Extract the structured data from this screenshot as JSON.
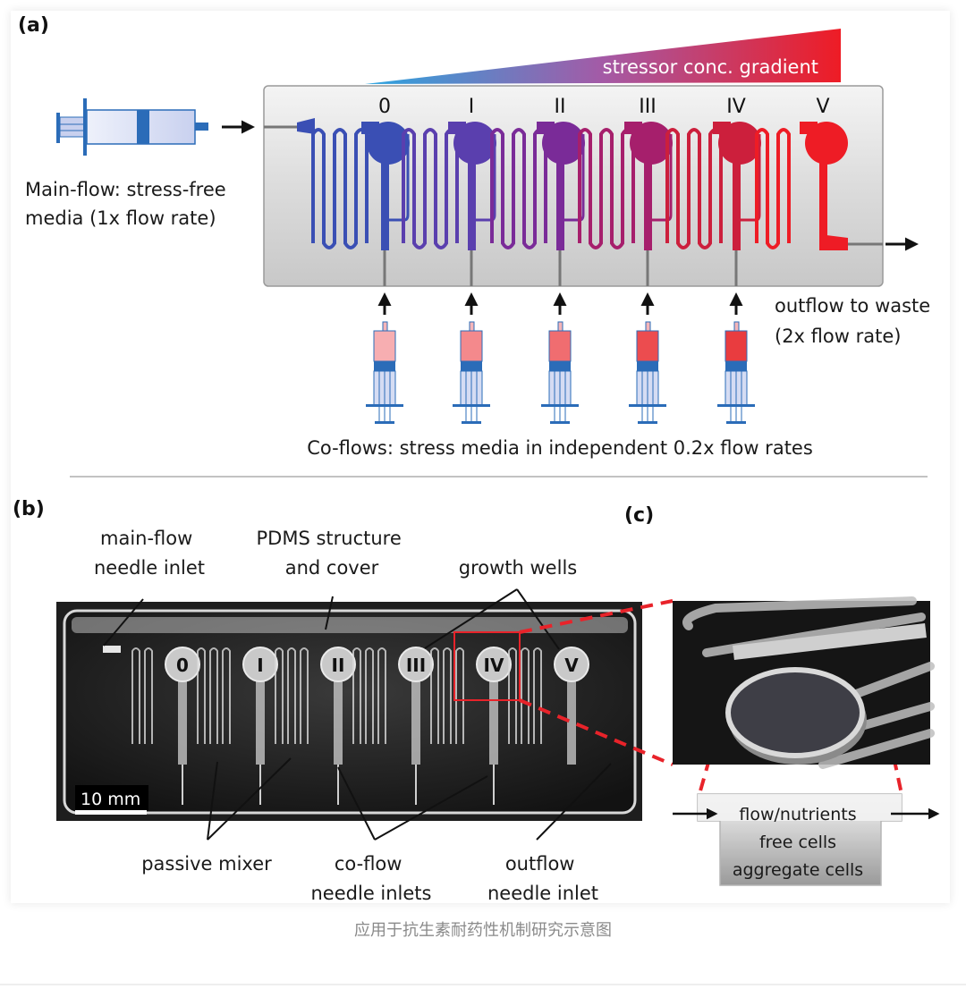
{
  "panel_a": {
    "label": "(a)",
    "gradient_label": "stressor conc. gradient",
    "gradient_colors": {
      "start": "#2aa5e0",
      "mid": "#a45aa6",
      "end": "#ee1c25"
    },
    "main_flow_lines": [
      "Main-flow: stress-free",
      "media (1x flow rate)"
    ],
    "outflow_lines": [
      "outflow to waste",
      "(2x flow rate)"
    ],
    "co_flow_label": "Co-flows: stress media in independent 0.2x flow rates",
    "wells": [
      {
        "label": "0",
        "color": "#3a4fb4"
      },
      {
        "label": "I",
        "color": "#5a3fae"
      },
      {
        "label": "II",
        "color": "#7a2b98"
      },
      {
        "label": "III",
        "color": "#a61f6c"
      },
      {
        "label": "IV",
        "color": "#cc1f3c"
      },
      {
        "label": "V",
        "color": "#ee1c25"
      }
    ],
    "co_flow_syringe_fills": [
      "#f7aeb1",
      "#f4898c",
      "#f06d70",
      "#ec4c4f",
      "#e93c3f"
    ],
    "syringe_color": "#2b6cb8",
    "chip_bg": "#d9d9d9"
  },
  "panel_b": {
    "label": "(b)",
    "annotations": {
      "main_flow_inlet": [
        "main-flow",
        "needle inlet"
      ],
      "pdms": [
        "PDMS structure",
        "and cover"
      ],
      "growth_wells": [
        "growth wells"
      ],
      "passive_mixer": [
        "passive mixer"
      ],
      "co_flow_inlets": [
        "co-flow",
        "needle inlets"
      ],
      "outflow_inlet": [
        "outflow",
        "needle inlet"
      ]
    },
    "scale_bar": "10 mm",
    "well_labels": [
      "0",
      "I",
      "II",
      "III",
      "IV",
      "V"
    ],
    "highlight_color": "#e8232a"
  },
  "panel_c": {
    "label": "(c)",
    "layers": [
      "flow/nutrients",
      "free cells",
      "aggregate cells"
    ]
  },
  "caption": "应用于抗生素耐药性机制研究示意图"
}
